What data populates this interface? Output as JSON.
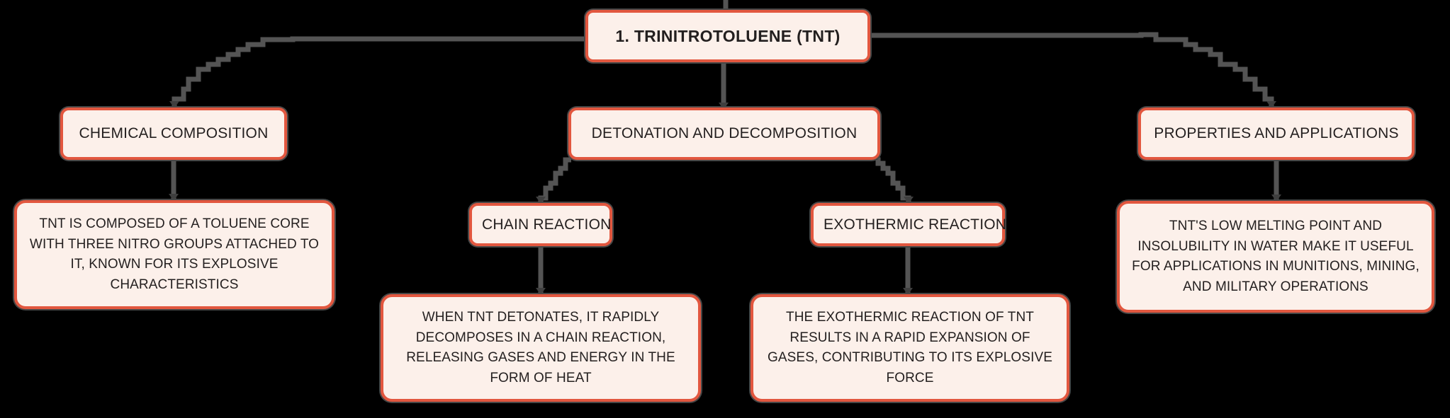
{
  "nodes": {
    "root": {
      "label": "1. TRINITROTOLUENE (TNT)"
    },
    "chemical": {
      "label": "CHEMICAL COMPOSITION",
      "detail": "TNT IS COMPOSED OF A TOLUENE CORE WITH THREE NITRO GROUPS ATTACHED TO IT, KNOWN FOR ITS EXPLOSIVE CHARACTERISTICS"
    },
    "detonation": {
      "label": "DETONATION AND DECOMPOSITION"
    },
    "chain": {
      "label": "CHAIN REACTION",
      "detail": "WHEN TNT DETONATES, IT RAPIDLY DECOMPOSES IN A CHAIN REACTION, RELEASING GASES AND ENERGY IN THE FORM OF HEAT"
    },
    "exothermic": {
      "label": "EXOTHERMIC REACTION",
      "detail": "THE EXOTHERMIC REACTION OF TNT RESULTS IN A RAPID EXPANSION OF GASES, CONTRIBUTING TO ITS EXPLOSIVE FORCE"
    },
    "properties": {
      "label": "PROPERTIES AND APPLICATIONS",
      "detail": "TNT'S LOW MELTING POINT AND INSOLUBILITY IN WATER MAKE IT USEFUL FOR APPLICATIONS IN MUNITIONS, MINING, AND MILITARY OPERATIONS"
    }
  },
  "colors": {
    "background": "#000000",
    "node_fill": "#fcf0ea",
    "node_border": "#e2573f",
    "connector": "#545454",
    "connector_ring": "#474747",
    "text": "#231f1f"
  }
}
